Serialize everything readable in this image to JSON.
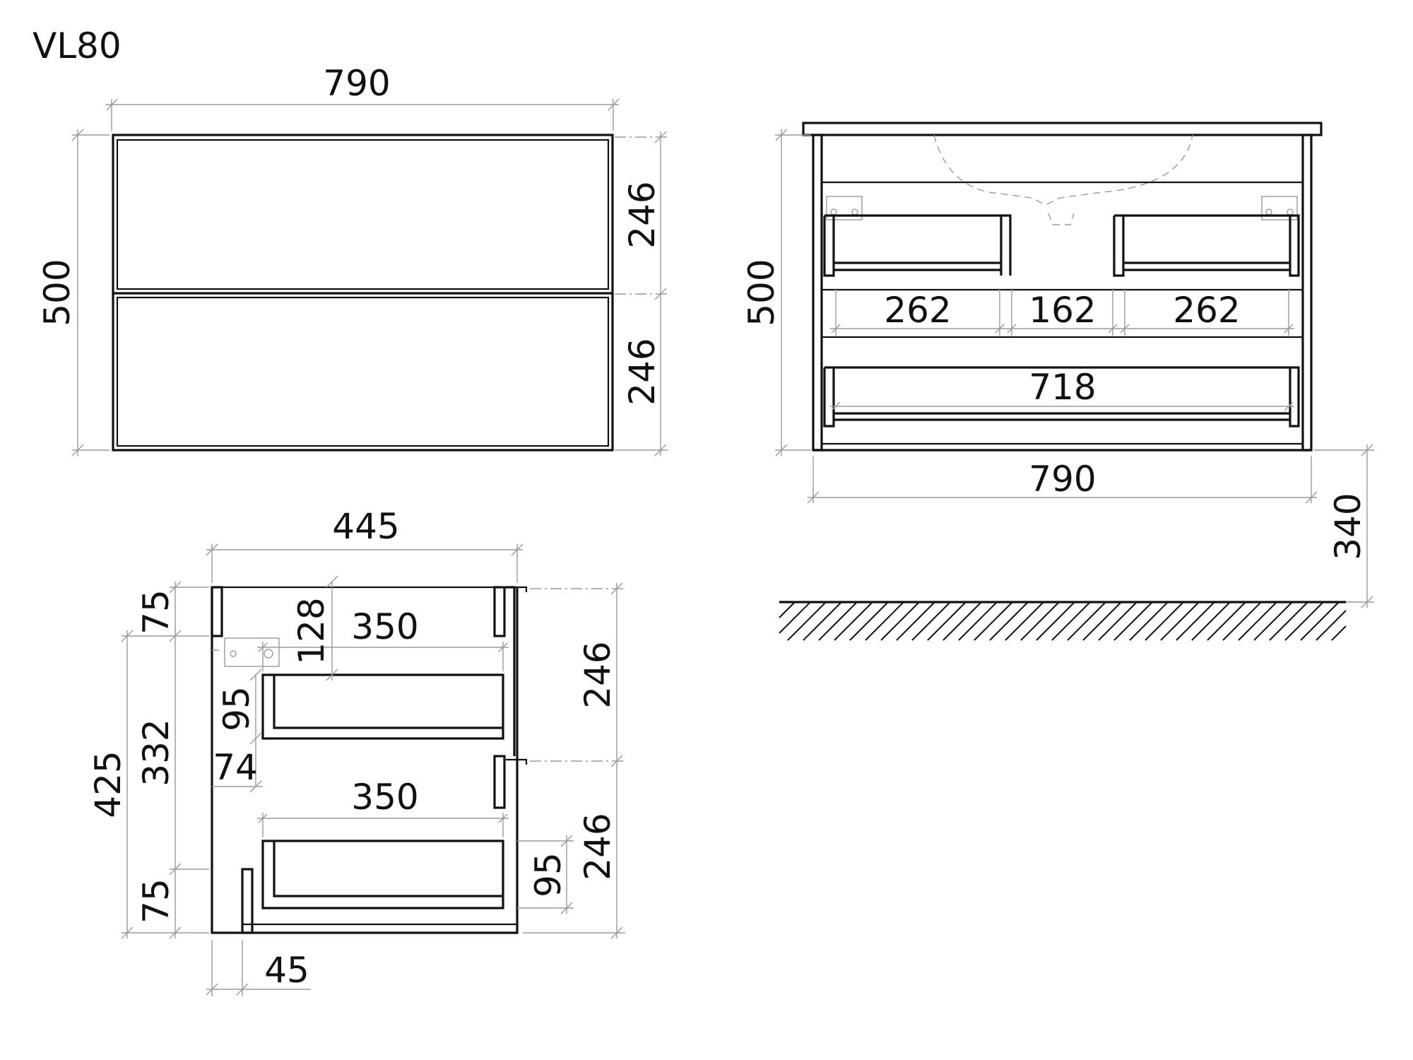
{
  "title": "VL80",
  "front_view": {
    "width": "790",
    "height": "500",
    "drawer_top": "246",
    "drawer_bottom": "246"
  },
  "back_view": {
    "height": "500",
    "opening_left": "262",
    "gap_center": "162",
    "opening_right": "262",
    "lower_opening": "718",
    "width": "790",
    "floor_clearance": "340"
  },
  "side_view": {
    "depth": "445",
    "top_offset": "75",
    "bracket_height": "128",
    "drawer_top_length": "350",
    "drawer_bottom_length": "350",
    "drawer_top_height": "95",
    "drawer_bottom_height": "95",
    "gap": "74",
    "inner_height": "332",
    "side_height": "425",
    "bottom_offset": "75",
    "panel_thickness": "45",
    "drawer_top_front": "246",
    "drawer_bottom_front": "246"
  }
}
